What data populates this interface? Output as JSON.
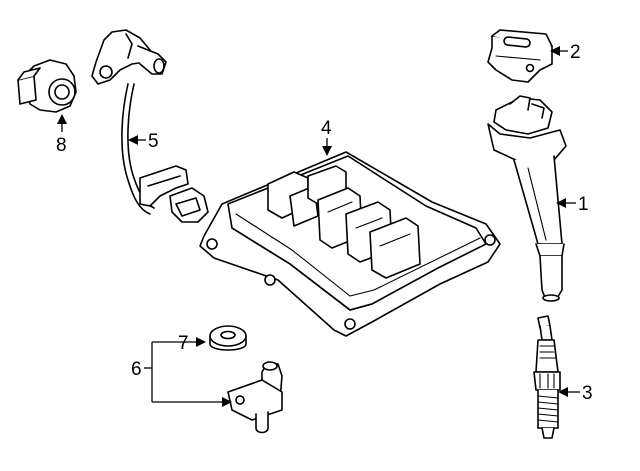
{
  "callouts": {
    "c1": "1",
    "c2": "2",
    "c3": "3",
    "c4": "4",
    "c5": "5",
    "c6": "6",
    "c7": "7",
    "c8": "8"
  },
  "icons": {
    "ignition_coil": "ignition-coil-icon",
    "coil_bracket": "coil-bracket-icon",
    "spark_plug": "spark-plug-icon",
    "ecm": "engine-control-module-icon",
    "cam_sensor": "camshaft-position-sensor-icon",
    "crank_sensor": "crankshaft-position-sensor-icon",
    "o_ring": "seal-ring-icon",
    "knock_sensor": "knock-sensor-icon"
  }
}
